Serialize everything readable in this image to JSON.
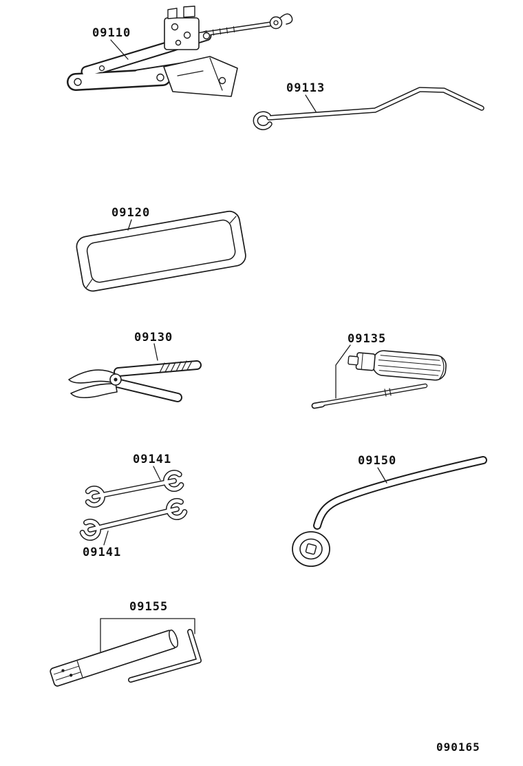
{
  "page": {
    "background": "#ffffff",
    "line_color": "#1c1c1c"
  },
  "diagram": {
    "code": "090165",
    "callouts": [
      {
        "label": "09110",
        "tool": "scissor-jack"
      },
      {
        "label": "09113",
        "tool": "jack-handle-rod"
      },
      {
        "label": "09120",
        "tool": "tool-bag"
      },
      {
        "label": "09130",
        "tool": "pliers"
      },
      {
        "label": "09135",
        "tool": "screwdriver"
      },
      {
        "label": "09141",
        "tool": "open-end-wrench-upper"
      },
      {
        "label": "09150",
        "tool": "wheel-nut-wrench"
      },
      {
        "label": "09141",
        "tool": "open-end-wrench-lower"
      },
      {
        "label": "09155",
        "tool": "socket-bar-and-hex-rod"
      }
    ]
  }
}
